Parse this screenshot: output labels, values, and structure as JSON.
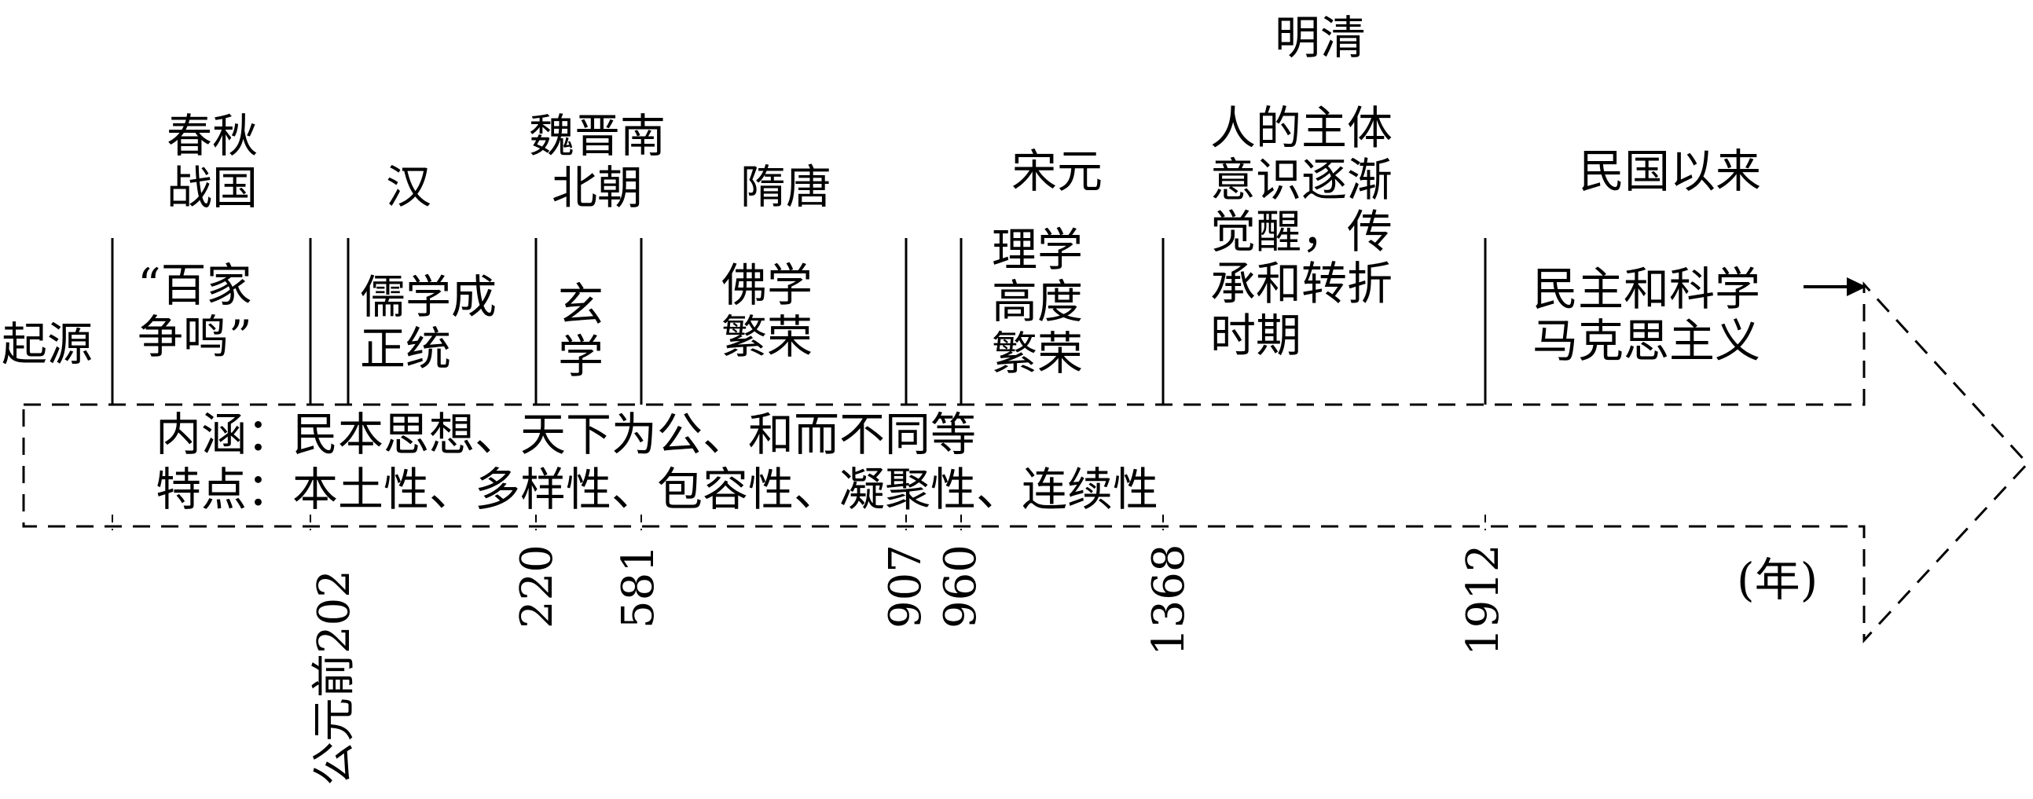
{
  "eras": [
    {
      "name": "",
      "content": "起源"
    },
    {
      "name": "春秋\n战国",
      "content": "“百家\n 争鸣”"
    },
    {
      "name": "汉",
      "content": "儒学成\n正统"
    },
    {
      "name": "魏晋南\n北朝",
      "content": "玄\n学"
    },
    {
      "name": "隋唐",
      "content": "佛学\n繁荣"
    },
    {
      "name": "宋元",
      "content": "理学\n高度\n繁荣"
    },
    {
      "name": "明清",
      "content": "人的主体\n意识逐渐\n觉醒，传\n承和转折\n时期"
    },
    {
      "name": "民国以来",
      "content": "民主和科学\n马克思主义"
    }
  ],
  "band": {
    "line1": "内涵：民本思想、天下为公、和而不同等",
    "line2": "特点：本土性、多样性、包容性、凝聚性、连续性"
  },
  "years": [
    "公元前202",
    "220",
    "581",
    "907",
    "960",
    "1368",
    "1912"
  ],
  "unit": "(年)",
  "arrow_glyph": "→"
}
